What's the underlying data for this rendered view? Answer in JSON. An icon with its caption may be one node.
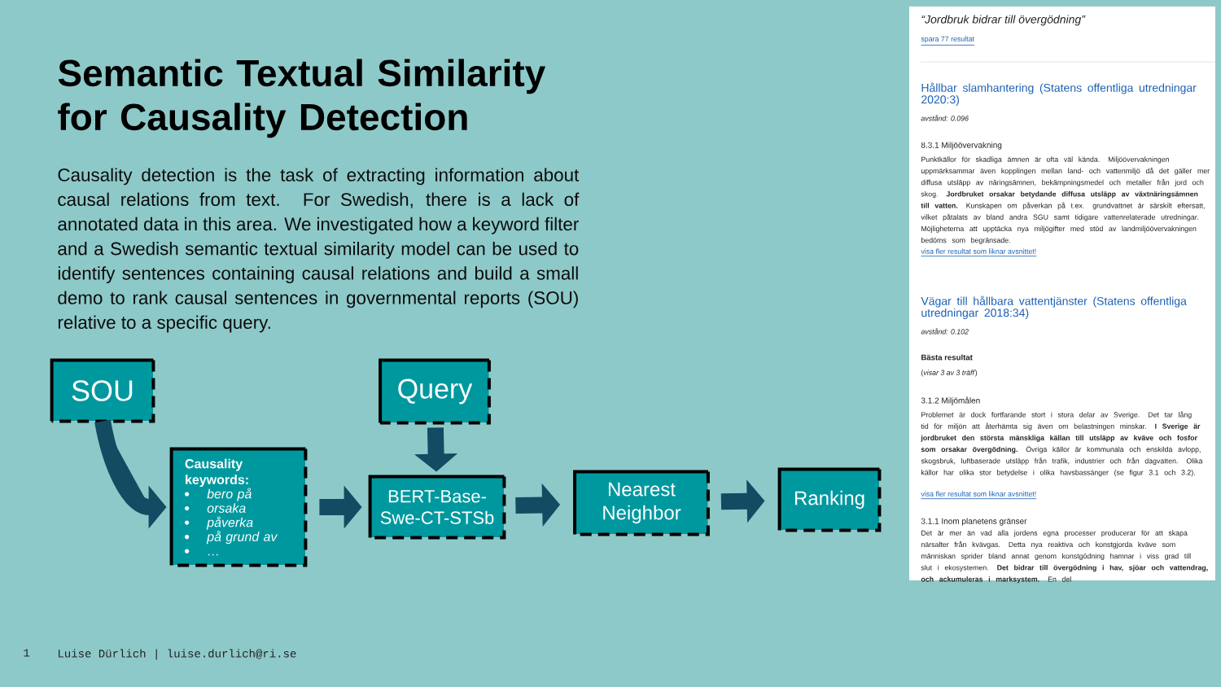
{
  "diagram": {
    "title": "Semantic Textual Similarity for Causality Detection",
    "nodes": [
      {
        "text": [
          "SOU"
        ]
      },
      {
        "text": [
          "Query"
        ]
      },
      {
        "text": [
          "Causality keywords:",
          "bero på",
          "orsaka",
          "påverka",
          "på grund av",
          "…"
        ]
      },
      {
        "text": [
          "BERT-Base-Swe-CT-STSb"
        ]
      },
      {
        "text": [
          "Nearest Neighbor"
        ]
      },
      {
        "text": [
          "Ranking"
        ]
      }
    ],
    "edges": [
      {
        "from": 0,
        "to": 2,
        "arrow": "to"
      },
      {
        "from": 2,
        "to": 3,
        "arrow": "to"
      },
      {
        "from": 1,
        "to": 3,
        "arrow": "to"
      },
      {
        "from": 3,
        "to": 4,
        "arrow": "to"
      },
      {
        "from": 4,
        "to": 5,
        "arrow": "to"
      }
    ],
    "labels": [
      "Causality detection is the task of extracting information about causal relations from text. For Swedish, there is a lack of annotated data in this area. We investigated how a keyword filter and a Swedish semantic textual similarity model can be used to identify sentences containing causal relations and build a small demo to rank causal sentences in governmental reports (SOU) relative to a specific query.",
      "“Jordbruk bidrar till övergödning”",
      "spara 77 resultat",
      "Hållbar slamhantering (Statens offentliga utredningar 2020:3)",
      "avstånd: 0.096",
      "8.3.1 Miljöövervakning",
      "Punktkällor för skadliga ämnen är ofta väl kända. Miljöövervakningen uppmärksammar även kopplingen mellan land- och vattenmiljö då det gäller mer diffusa utsläpp av näringsämnen, bekämpningsmedel och metaller från jord och skog. **Jordbruket orsakar betydande diffusa utsläpp av växtnäringsämnen till vatten.** Kunskapen om påverkan på t.ex. grundvattnet är särskilt eftersatt, vilket påtalats av bland andra SGU samt tidigare vattenrelaterade utredningar. Möjligheterna att upptäcka nya miljögifter med stöd av landmiljöövervakningen bedöms som begränsade.",
      "visa fler resultat som liknar avsnittet!",
      "Vägar till hållbara vattentjänster (Statens offentliga utredningar 2018:34)",
      "avstånd: 0.102",
      "Bästa resultat",
      "(*visar 3 av 3 träff*)",
      "3.1.2 Miljömålen",
      "Problemet är dock fortfarande stort i stora delar av Sverige. Det tar lång tid för miljön att återhämta sig även om belastningen minskar. **I Sverige är jordbruket den största mänskliga källan till utsläpp av kväve och fosfor som orsakar övergödning.** Övriga källor är kommunala och enskilda avlopp, skogsbruk, luftbaserade utsläpp från trafik, industrier och från dagvatten. Olika källor har olika stor betydelse i olika havsbassänger (se figur 3.1 och 3.2).",
      "visa fler resultat som liknar avsnittet!",
      "3.1.1 Inom planetens gränser",
      "Det är mer än vad alla jordens egna processer producerar för att skapa närsalter från kvävgas. Detta nya reaktiva och konstgjorda kväve som människan sprider bland annat genom konstgödning hamnar i viss grad till slut i ekosystemen. **Det bidrar till övergödning i hav, sjöar och vattendrag, och ackumuleras i marksystem.** En del",
      "1",
      "Luise Dürlich | luise.durlich@ri.se"
    ]
  }
}
